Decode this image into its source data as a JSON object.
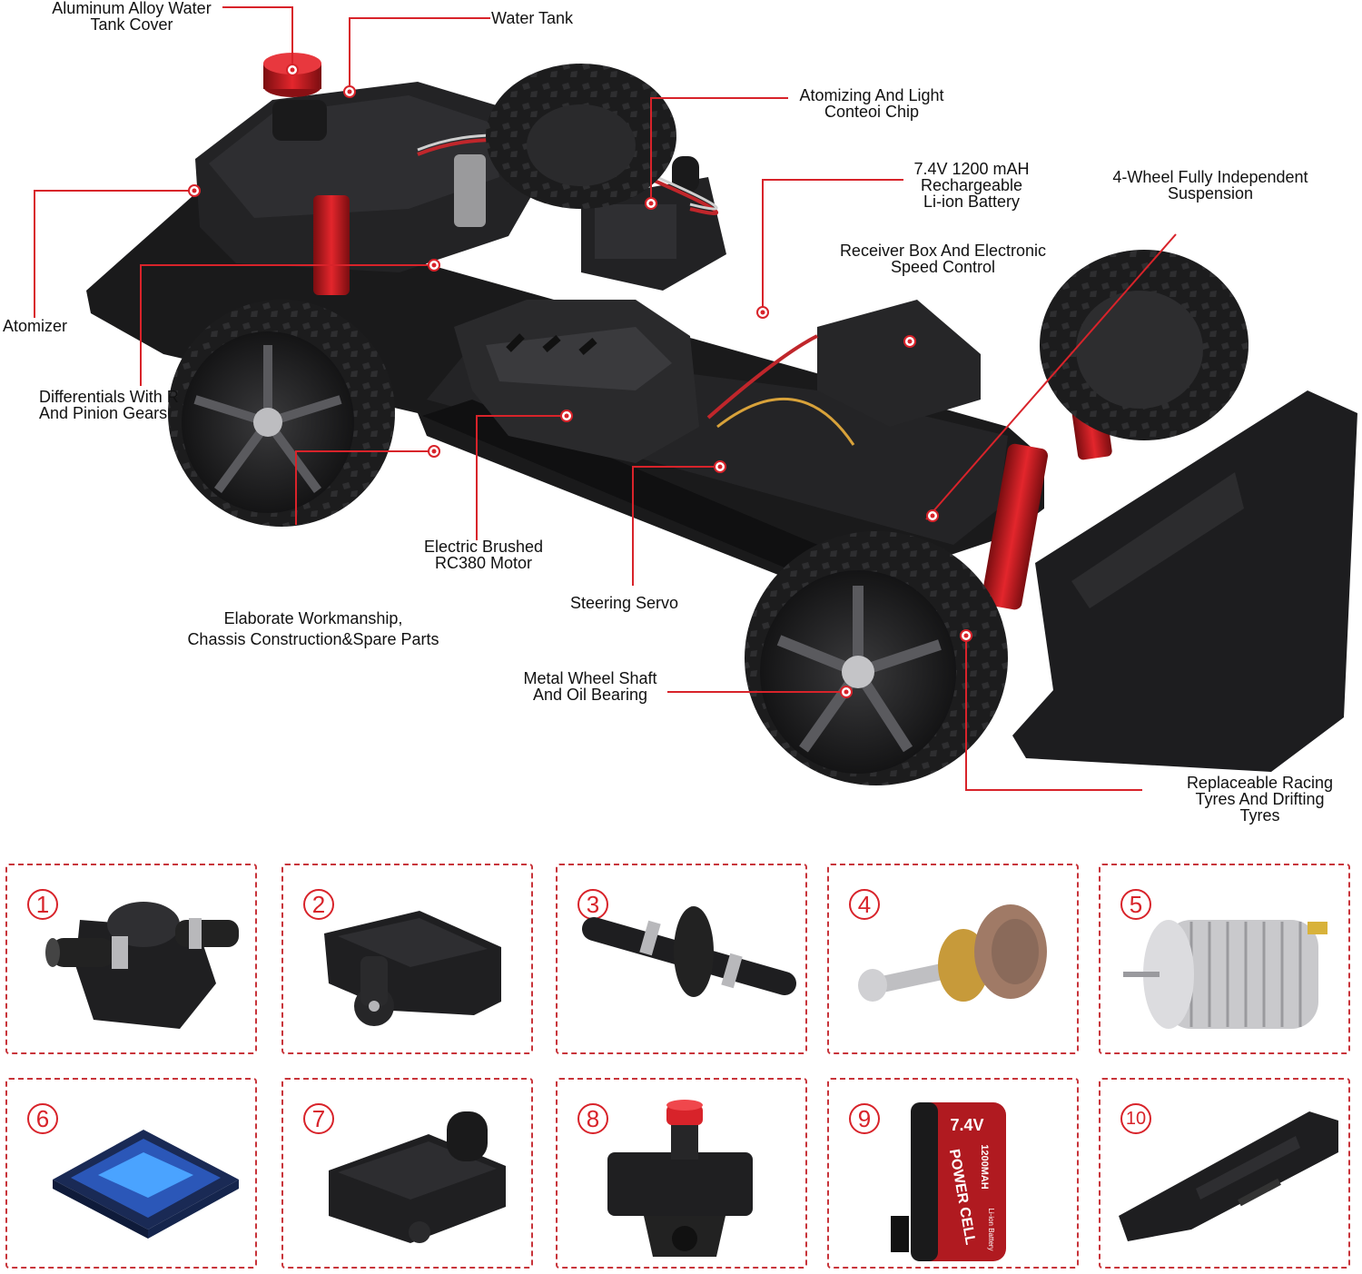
{
  "callouts": {
    "tank_cover": [
      "Aluminum Alloy Water",
      "Tank Cover"
    ],
    "water_tank": [
      "Water Tank"
    ],
    "chip": [
      "Atomizing And Light",
      "Conteoi Chip"
    ],
    "battery": [
      "7.4V 1200 mAH",
      "Rechargeable",
      "Li-ion Battery"
    ],
    "suspension": [
      "4-Wheel Fully Independent",
      "Suspension"
    ],
    "receiver": [
      "Receiver Box And Electronic",
      "Speed Control"
    ],
    "atomizer": [
      "Atomizer"
    ],
    "differentials": [
      "Differentials With R",
      "And Pinion Gears"
    ],
    "motor": [
      "Electric Brushed",
      "RC380 Motor"
    ],
    "steering": [
      "Steering Servo"
    ],
    "workmanship": [
      "Elaborate Workmanship,",
      "Chassis Construction&Spare Parts"
    ],
    "wheel_shaft": [
      "Metal Wheel Shaft",
      "And Oil Bearing"
    ],
    "tyres": [
      "Replaceable Racing",
      "Tyres And Drifting",
      "Tyres"
    ]
  },
  "parts": [
    {
      "number": "1",
      "icon": "differential-gearbox-icon"
    },
    {
      "number": "2",
      "icon": "steering-servo-icon"
    },
    {
      "number": "3",
      "icon": "drive-shaft-icon"
    },
    {
      "number": "4",
      "icon": "wheel-shaft-bearing-icon"
    },
    {
      "number": "5",
      "icon": "brushed-motor-icon"
    },
    {
      "number": "6",
      "icon": "control-chip-icon"
    },
    {
      "number": "7",
      "icon": "receiver-box-icon"
    },
    {
      "number": "8",
      "icon": "water-tank-icon"
    },
    {
      "number": "9",
      "icon": "battery-icon"
    },
    {
      "number": "10",
      "icon": "rear-bumper-icon"
    }
  ],
  "battery_print": {
    "voltage": "7.4V",
    "capacity": "1200MAH",
    "brand": "POWER CELL",
    "type": "Li-ion Battery"
  },
  "colors": {
    "accent": "#d8232a",
    "body": "#1e1e20",
    "frame": "#c8343a"
  }
}
